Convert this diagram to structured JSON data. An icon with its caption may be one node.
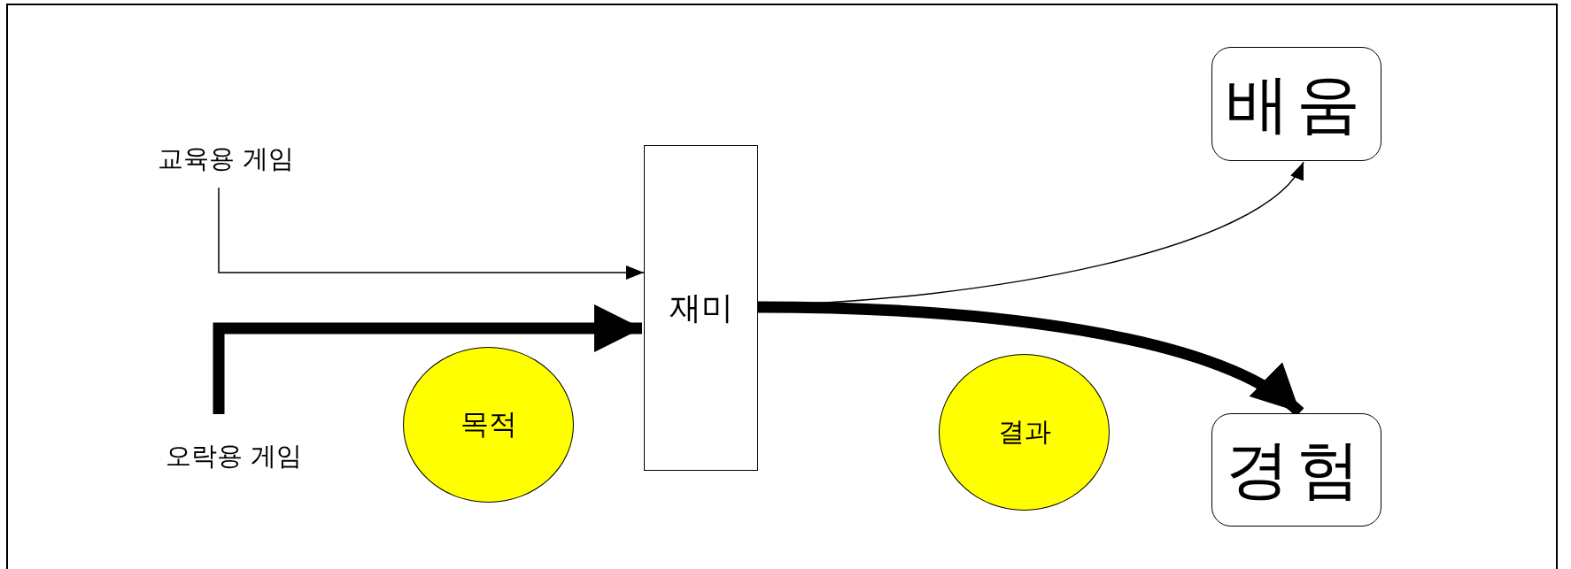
{
  "diagram": {
    "nodes": [
      {
        "text": [
          "교육용 게임"
        ]
      },
      {
        "text": [
          "오락용 게임"
        ]
      },
      {
        "text": [
          "목적"
        ]
      },
      {
        "text": [
          "재미"
        ]
      },
      {
        "text": [
          "결과"
        ]
      },
      {
        "text": [
          "배움"
        ]
      },
      {
        "text": [
          "경험"
        ]
      }
    ],
    "edges": [
      {
        "from": 0,
        "to": 3,
        "arrow": "to"
      },
      {
        "from": 1,
        "to": 3,
        "arrow": "to",
        "style": "thick"
      },
      {
        "from": 3,
        "to": 5,
        "arrow": "to"
      },
      {
        "from": 3,
        "to": 6,
        "arrow": "to",
        "style": "thick"
      }
    ]
  }
}
